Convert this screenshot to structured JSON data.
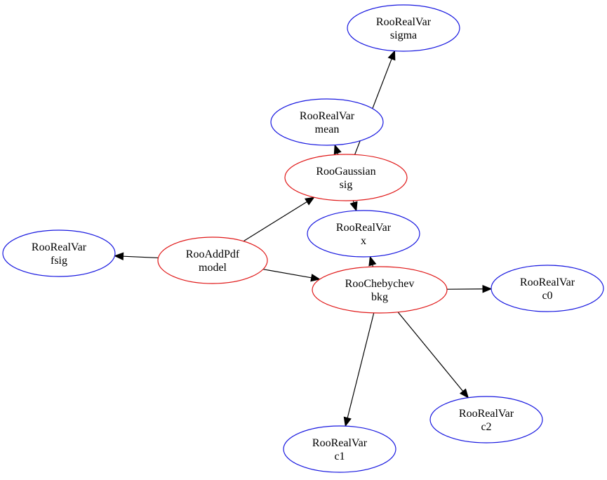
{
  "colors": {
    "pdf": "#e01818",
    "variable": "#1818e0",
    "edge": "#000000"
  },
  "nodes": [
    {
      "id": "sigma",
      "type": "RooRealVar",
      "name": "sigma",
      "kind": "variable"
    },
    {
      "id": "mean",
      "type": "RooRealVar",
      "name": "mean",
      "kind": "variable"
    },
    {
      "id": "sig",
      "type": "RooGaussian",
      "name": "sig",
      "kind": "pdf"
    },
    {
      "id": "x",
      "type": "RooRealVar",
      "name": "x",
      "kind": "variable"
    },
    {
      "id": "fsig",
      "type": "RooRealVar",
      "name": "fsig",
      "kind": "variable"
    },
    {
      "id": "model",
      "type": "RooAddPdf",
      "name": "model",
      "kind": "pdf"
    },
    {
      "id": "bkg",
      "type": "RooChebychev",
      "name": "bkg",
      "kind": "pdf"
    },
    {
      "id": "c0",
      "type": "RooRealVar",
      "name": "c0",
      "kind": "variable"
    },
    {
      "id": "c2",
      "type": "RooRealVar",
      "name": "c2",
      "kind": "variable"
    },
    {
      "id": "c1",
      "type": "RooRealVar",
      "name": "c1",
      "kind": "variable"
    }
  ],
  "edges": [
    {
      "from": "model",
      "to": "fsig"
    },
    {
      "from": "model",
      "to": "sig"
    },
    {
      "from": "model",
      "to": "bkg"
    },
    {
      "from": "sig",
      "to": "mean"
    },
    {
      "from": "sig",
      "to": "sigma"
    },
    {
      "from": "sig",
      "to": "x"
    },
    {
      "from": "bkg",
      "to": "x"
    },
    {
      "from": "bkg",
      "to": "c0"
    },
    {
      "from": "bkg",
      "to": "c1"
    },
    {
      "from": "bkg",
      "to": "c2"
    }
  ]
}
